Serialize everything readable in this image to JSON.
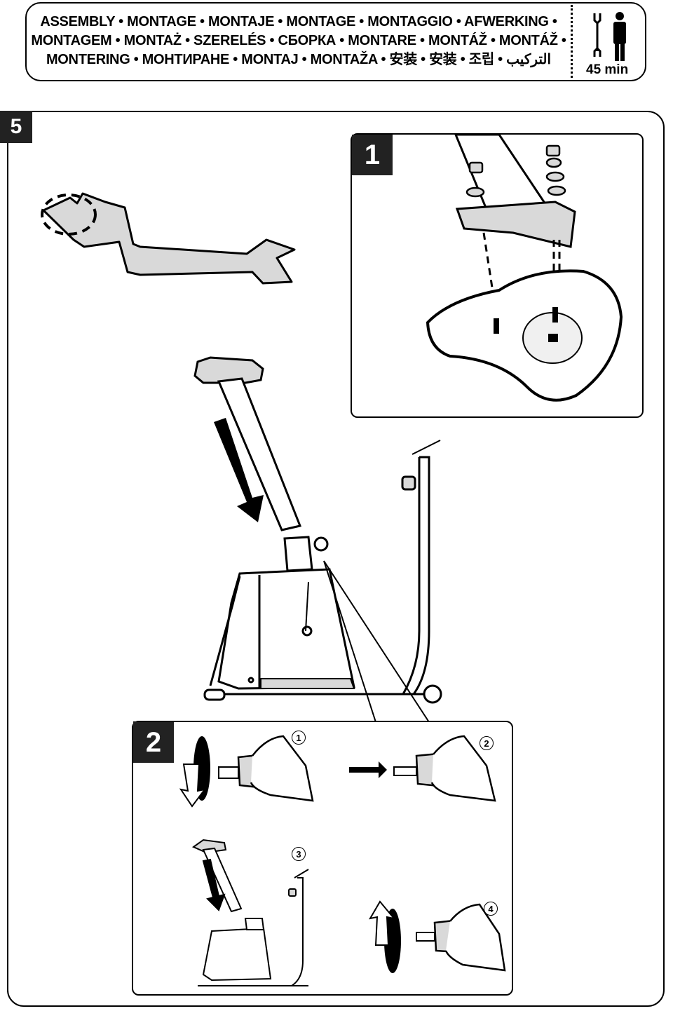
{
  "header": {
    "title_line1": "ASSEMBLY • MONTAGE • MONTAJE • MONTAGE • MONTAGGIO • AFWERKING •",
    "title_line2": "MONTAGEM • MONTAŻ • SZERELÉS • СБОРКА • MONTARE • MONTÁŽ • MONTÁŽ •",
    "title_line3": "MONTERING • МОНТИРАНЕ • MONTAJ • MONTAŽA • 安装 • 安装 • 조립 • التركيب",
    "time": "45 min",
    "icons": [
      "wrench-icon",
      "person-icon"
    ]
  },
  "step": {
    "number": "5",
    "detail1": {
      "number": "1"
    },
    "detail2": {
      "number": "2",
      "substeps": [
        "1",
        "2",
        "3",
        "4"
      ]
    }
  },
  "colors": {
    "ink": "#000000",
    "badge": "#222222",
    "fill_grey": "#d9d9d9"
  }
}
